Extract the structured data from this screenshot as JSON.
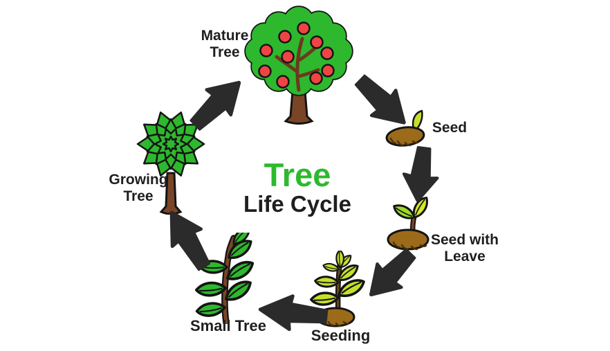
{
  "diagram": {
    "title_accent": "Tree",
    "title_rest": "Life Cycle",
    "stages": [
      {
        "id": "mature-tree",
        "label": "Mature Tree",
        "icon": "mature-apple-tree-icon"
      },
      {
        "id": "seed",
        "label": "Seed",
        "icon": "sprouting-seed-icon"
      },
      {
        "id": "seed-with-leave",
        "label": "Seed with Leave",
        "icon": "seed-with-leaves-icon"
      },
      {
        "id": "seeding",
        "label": "Seeding",
        "icon": "seedling-icon"
      },
      {
        "id": "small-tree",
        "label": "Small Tree",
        "icon": "sapling-icon"
      },
      {
        "id": "growing-tree",
        "label": "Growing Tree",
        "icon": "growing-tree-icon"
      }
    ],
    "flow": [
      {
        "from": "mature-tree",
        "to": "seed"
      },
      {
        "from": "seed",
        "to": "seed-with-leave"
      },
      {
        "from": "seed-with-leave",
        "to": "seeding"
      },
      {
        "from": "seeding",
        "to": "small-tree"
      },
      {
        "from": "small-tree",
        "to": "growing-tree"
      },
      {
        "from": "growing-tree",
        "to": "mature-tree"
      }
    ],
    "colors": {
      "accent_green": "#2db92d",
      "leaf_green": "#2eb82e",
      "young_leaf_green": "#c6df2b",
      "bright_young_leaf": "#9ddc26",
      "apple_red": "#ef4444",
      "trunk_brown": "#7a4526",
      "soil_brown": "#9c6b1a",
      "outline": "#141414",
      "arrow": "#2b2b2b",
      "text": "#1f1f1f",
      "background": "#ffffff"
    }
  }
}
